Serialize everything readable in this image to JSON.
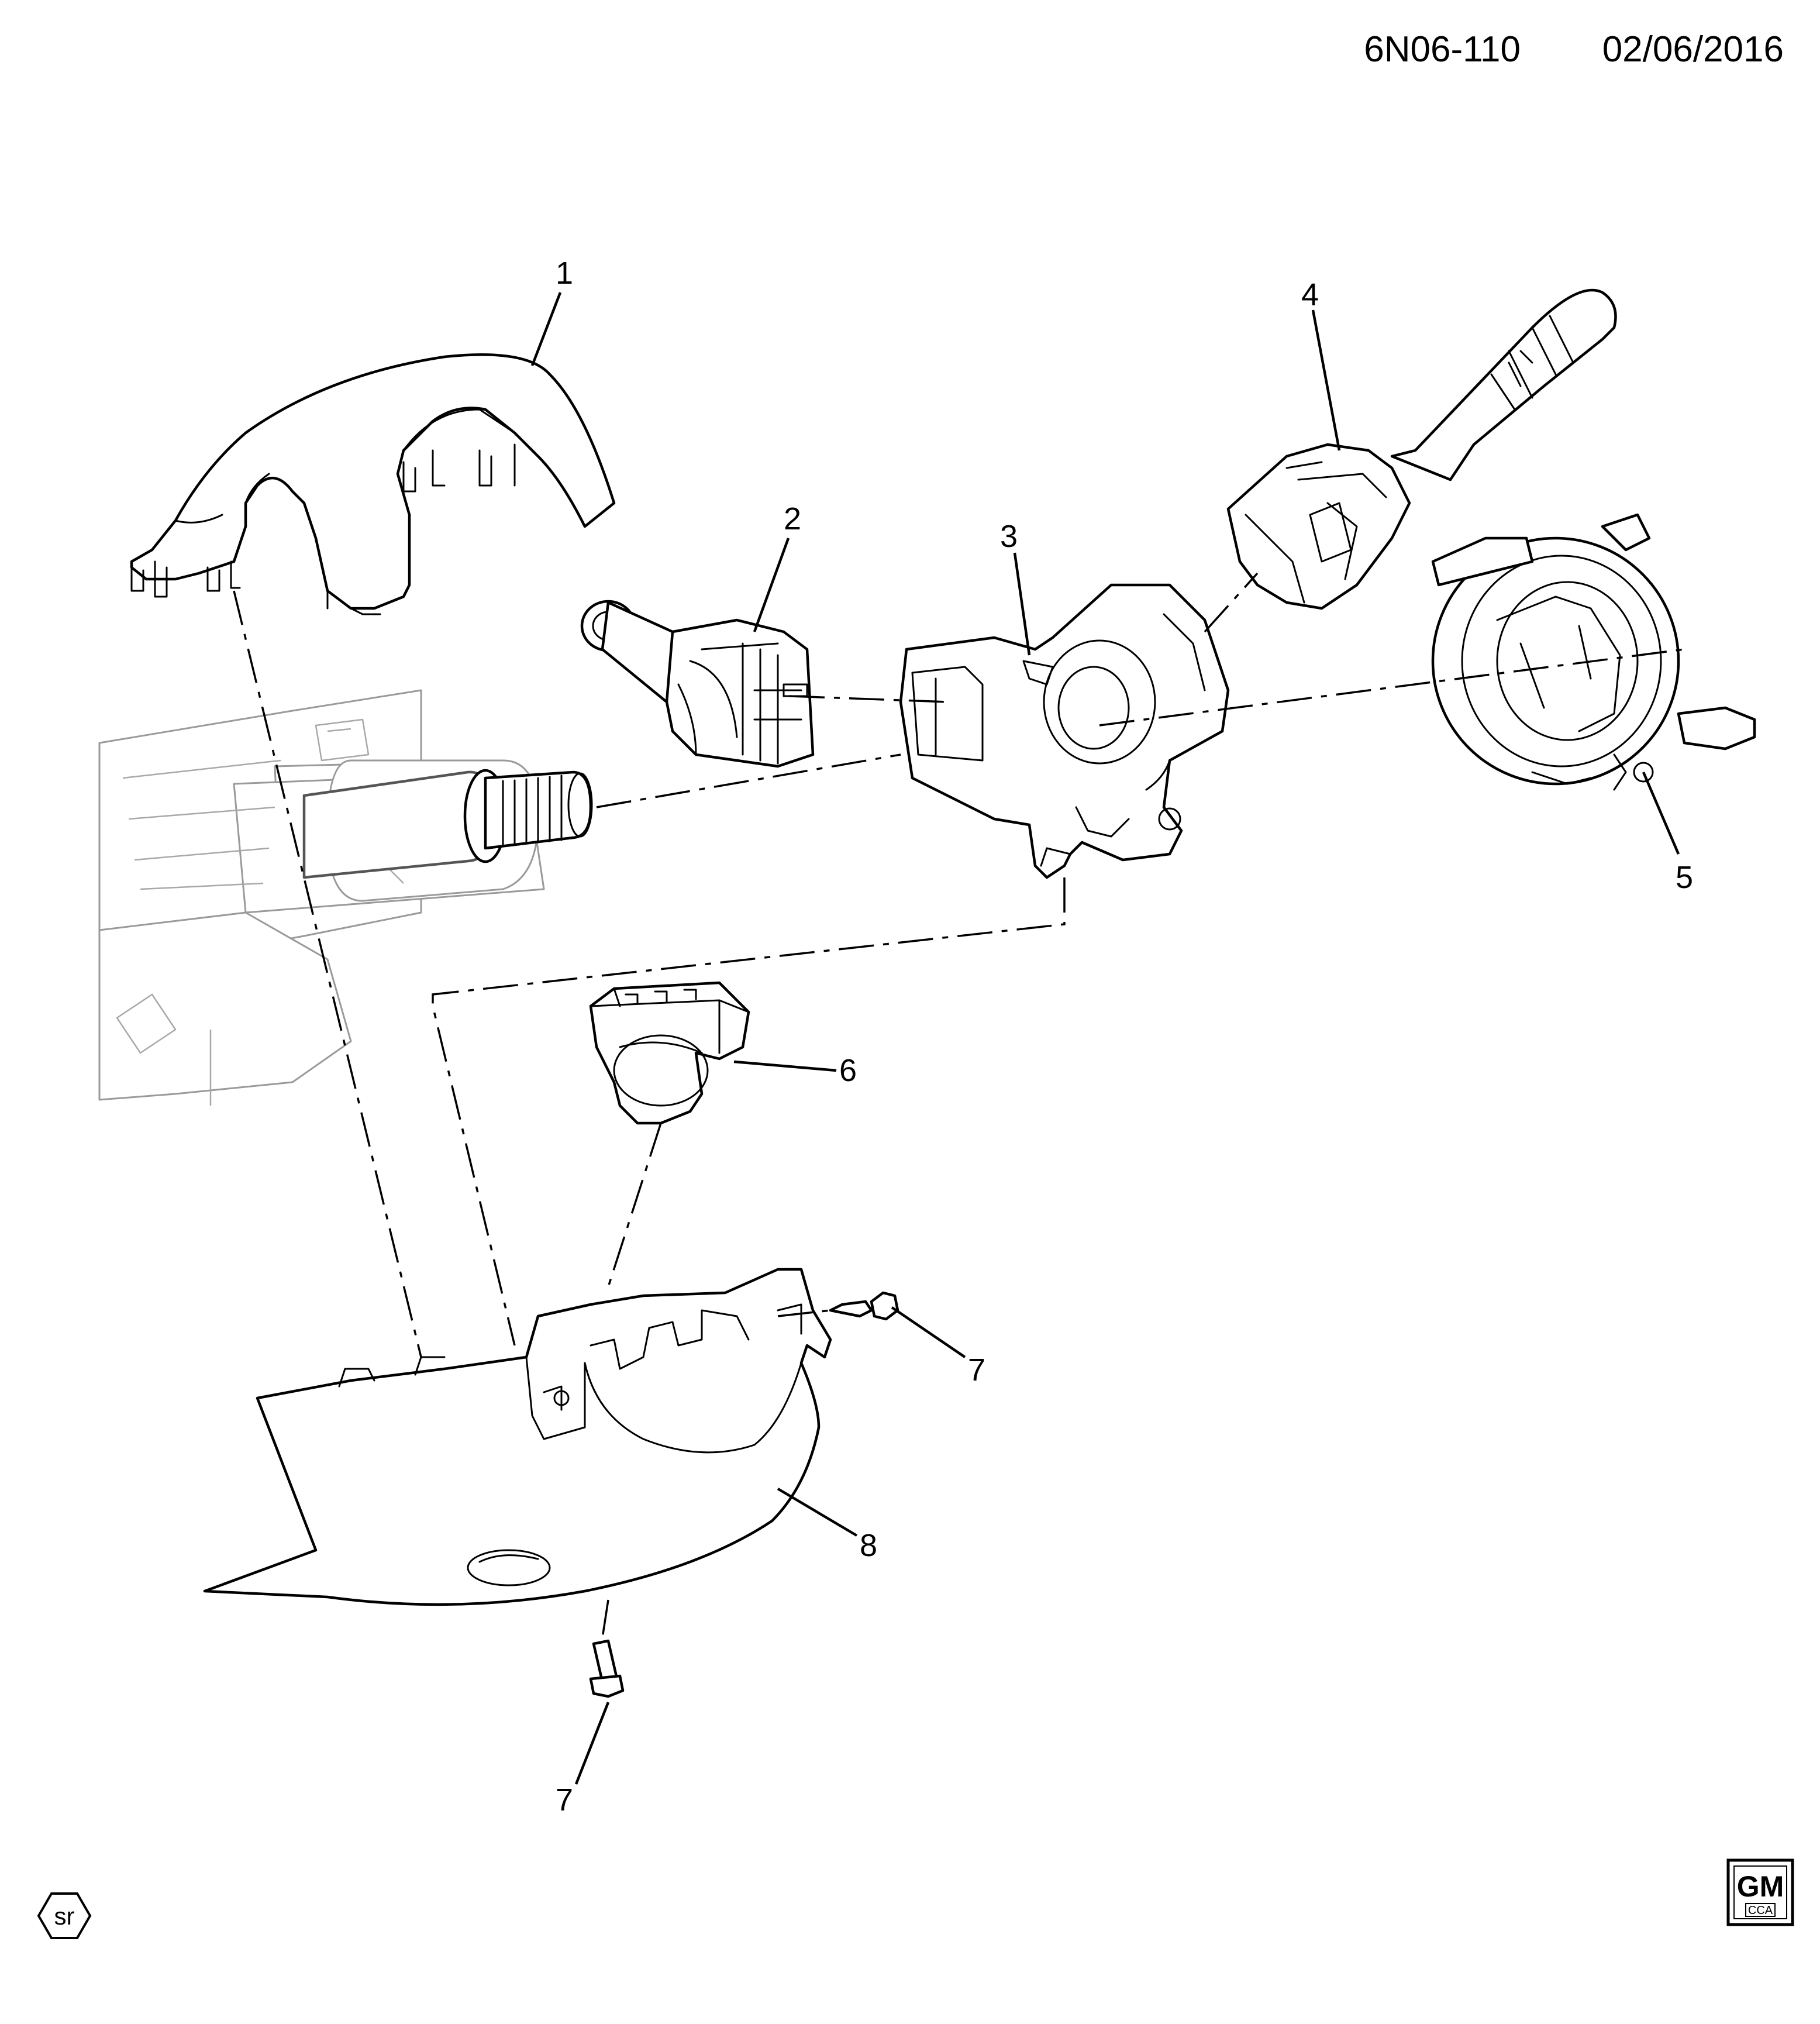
{
  "diagram_id": "6N06-110",
  "diagram_date": "02/06/2016",
  "callouts": {
    "c1": "1",
    "c2": "2",
    "c3": "3",
    "c4": "4",
    "c5": "5",
    "c6": "6",
    "c7a": "7",
    "c7b": "7",
    "c8": "8"
  },
  "badge": "sr",
  "logo": {
    "brand": "GM",
    "sub": "CCA"
  }
}
